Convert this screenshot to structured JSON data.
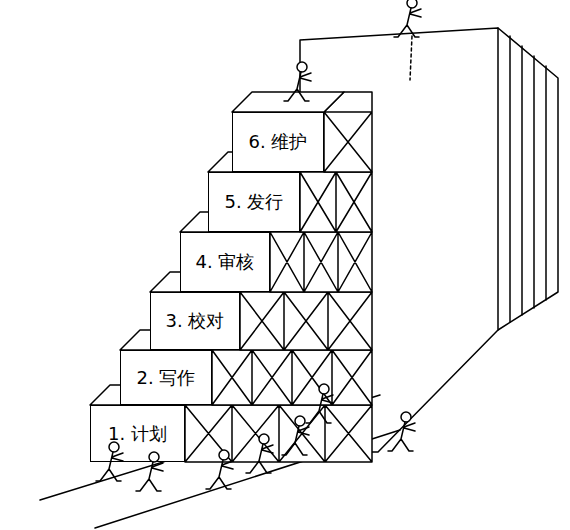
{
  "diagram": {
    "nodes": [
      {
        "text": [
          "1. 计划"
        ]
      },
      {
        "text": [
          "2. 写作"
        ]
      },
      {
        "text": [
          "3. 校对"
        ]
      },
      {
        "text": [
          "4. 审核"
        ]
      },
      {
        "text": [
          "5. 发行"
        ]
      },
      {
        "text": [
          "6. 维护"
        ]
      }
    ]
  }
}
